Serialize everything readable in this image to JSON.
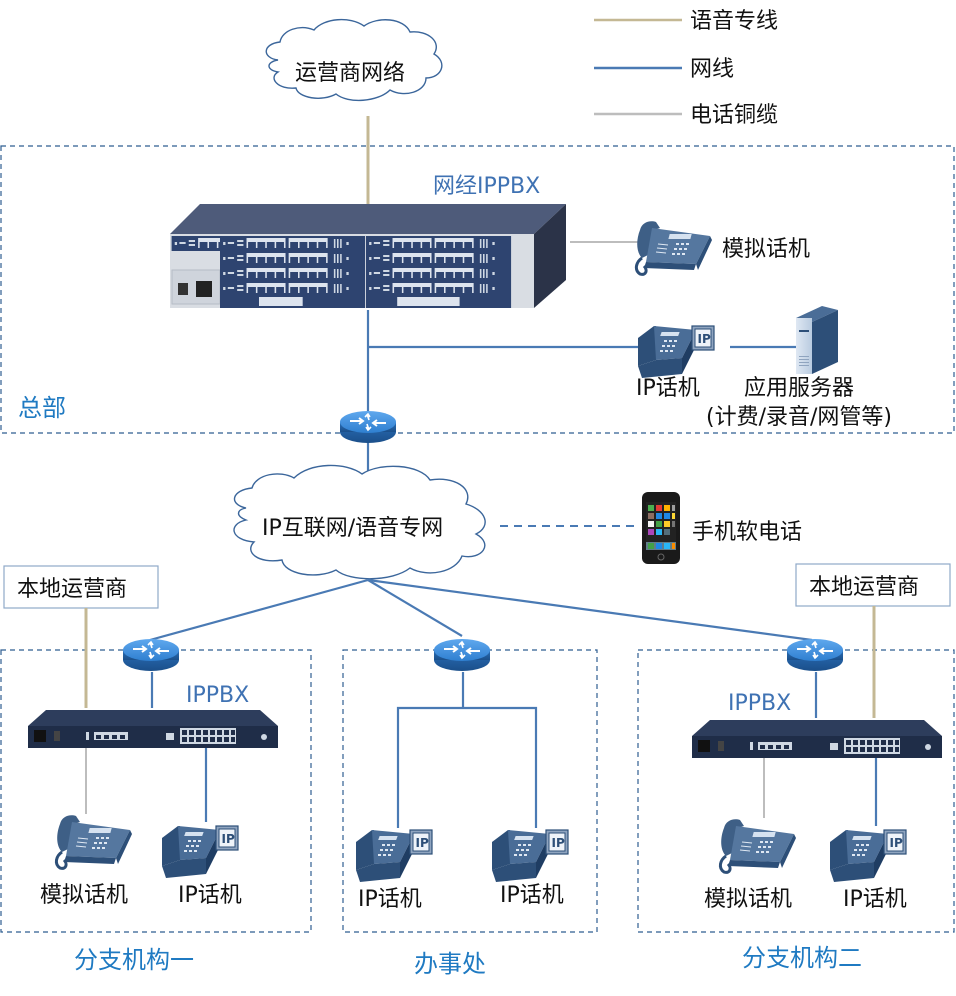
{
  "legend": {
    "items": [
      {
        "label": "语音专线",
        "color": "#c4b894"
      },
      {
        "label": "网线",
        "color": "#4a7ab4"
      },
      {
        "label": "电话铜缆",
        "color": "#bdbdbd"
      }
    ]
  },
  "colors": {
    "zone_border": "#2f5d91",
    "zone_label": "#1f7ac2",
    "device_label": "#3f72b3",
    "router": "#2f7fd0",
    "phone": "#3e5f86"
  },
  "clouds": {
    "carrier": "运营商网络",
    "internet": "IP互联网/语音专网"
  },
  "headquarters": {
    "zone_label": "总部",
    "ippbx_label": "网经IPPBX",
    "analog_phone": "模拟话机",
    "ip_phone": "IP话机",
    "app_server": "应用服务器",
    "app_server_note": "(计费/录音/网管等)"
  },
  "mobile": {
    "label": "手机软电话"
  },
  "branch1": {
    "zone_label": "分支机构一",
    "carrier_box": "本地运营商",
    "ippbx_label": "IPPBX",
    "analog_phone": "模拟话机",
    "ip_phone": "IP话机"
  },
  "office": {
    "zone_label": "办事处",
    "ip_phone_1": "IP话机",
    "ip_phone_2": "IP话机"
  },
  "branch2": {
    "zone_label": "分支机构二",
    "carrier_box": "本地运营商",
    "ippbx_label": "IPPBX",
    "analog_phone": "模拟话机",
    "ip_phone": "IP话机"
  },
  "icons": {
    "ip_badge": "IP"
  }
}
